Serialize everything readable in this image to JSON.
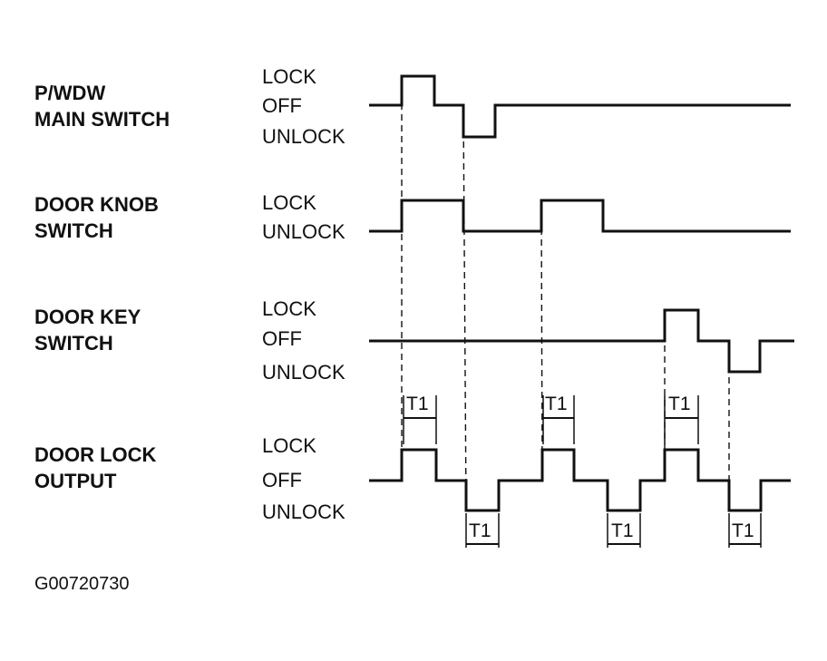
{
  "signals": [
    {
      "id": "pwdw-main-switch",
      "label_line1": "P/WDW",
      "label_line2": "MAIN SWITCH",
      "states": [
        "LOCK",
        "OFF",
        "UNLOCK"
      ],
      "sequence": [
        "OFF",
        "LOCK",
        "OFF",
        "UNLOCK",
        "OFF"
      ]
    },
    {
      "id": "door-knob-switch",
      "label_line1": "DOOR KNOB",
      "label_line2": "SWITCH",
      "states": [
        "LOCK",
        "UNLOCK"
      ],
      "sequence": [
        "UNLOCK",
        "LOCK",
        "UNLOCK",
        "LOCK",
        "UNLOCK"
      ]
    },
    {
      "id": "door-key-switch",
      "label_line1": "DOOR KEY",
      "label_line2": "SWITCH",
      "states": [
        "LOCK",
        "OFF",
        "UNLOCK"
      ],
      "sequence": [
        "OFF",
        "LOCK",
        "OFF",
        "UNLOCK",
        "OFF"
      ]
    },
    {
      "id": "door-lock-output",
      "label_line1": "DOOR LOCK",
      "label_line2": "OUTPUT",
      "states": [
        "LOCK",
        "OFF",
        "UNLOCK"
      ],
      "sequence": [
        "OFF",
        "LOCK",
        "OFF",
        "UNLOCK",
        "OFF",
        "LOCK",
        "OFF",
        "UNLOCK",
        "OFF",
        "LOCK",
        "OFF",
        "UNLOCK",
        "OFF"
      ]
    }
  ],
  "timer_label": "T1",
  "timer_count": 6,
  "figure_id": "G00720730",
  "colors": {
    "line": "#111111",
    "background": "#ffffff"
  }
}
